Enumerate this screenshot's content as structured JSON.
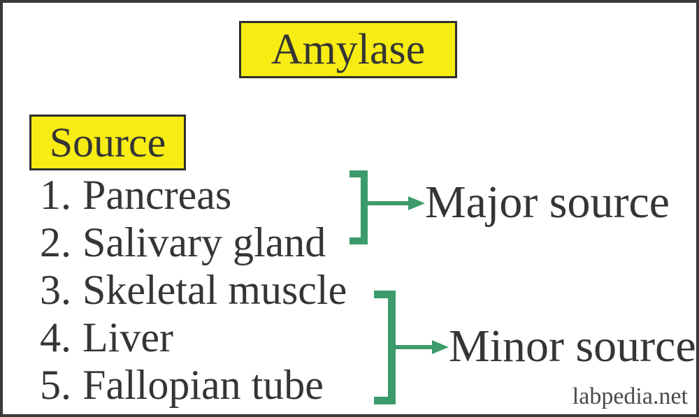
{
  "figure": {
    "title": "Amylase",
    "section_label": "Source",
    "items": [
      {
        "number": "1.",
        "label": "Pancreas"
      },
      {
        "number": "2.",
        "label": "Salivary gland"
      },
      {
        "number": "3.",
        "label": "Skeletal muscle"
      },
      {
        "number": "4.",
        "label": "Liver"
      },
      {
        "number": "5.",
        "label": "Fallopian tube"
      }
    ],
    "groups": [
      {
        "label": "Major source",
        "covers": "items 1-2"
      },
      {
        "label": "Minor source",
        "covers": "items 3-5"
      }
    ],
    "watermark": "labpedia.net",
    "colors": {
      "highlight_yellow": "#f7ec13",
      "bracket_green": "#3b9b6b",
      "text_dark": "#353535",
      "box_border": "#2e2e2e",
      "outer_border": "#3a3a3a",
      "watermark_gray": "#4a4a4a"
    }
  }
}
